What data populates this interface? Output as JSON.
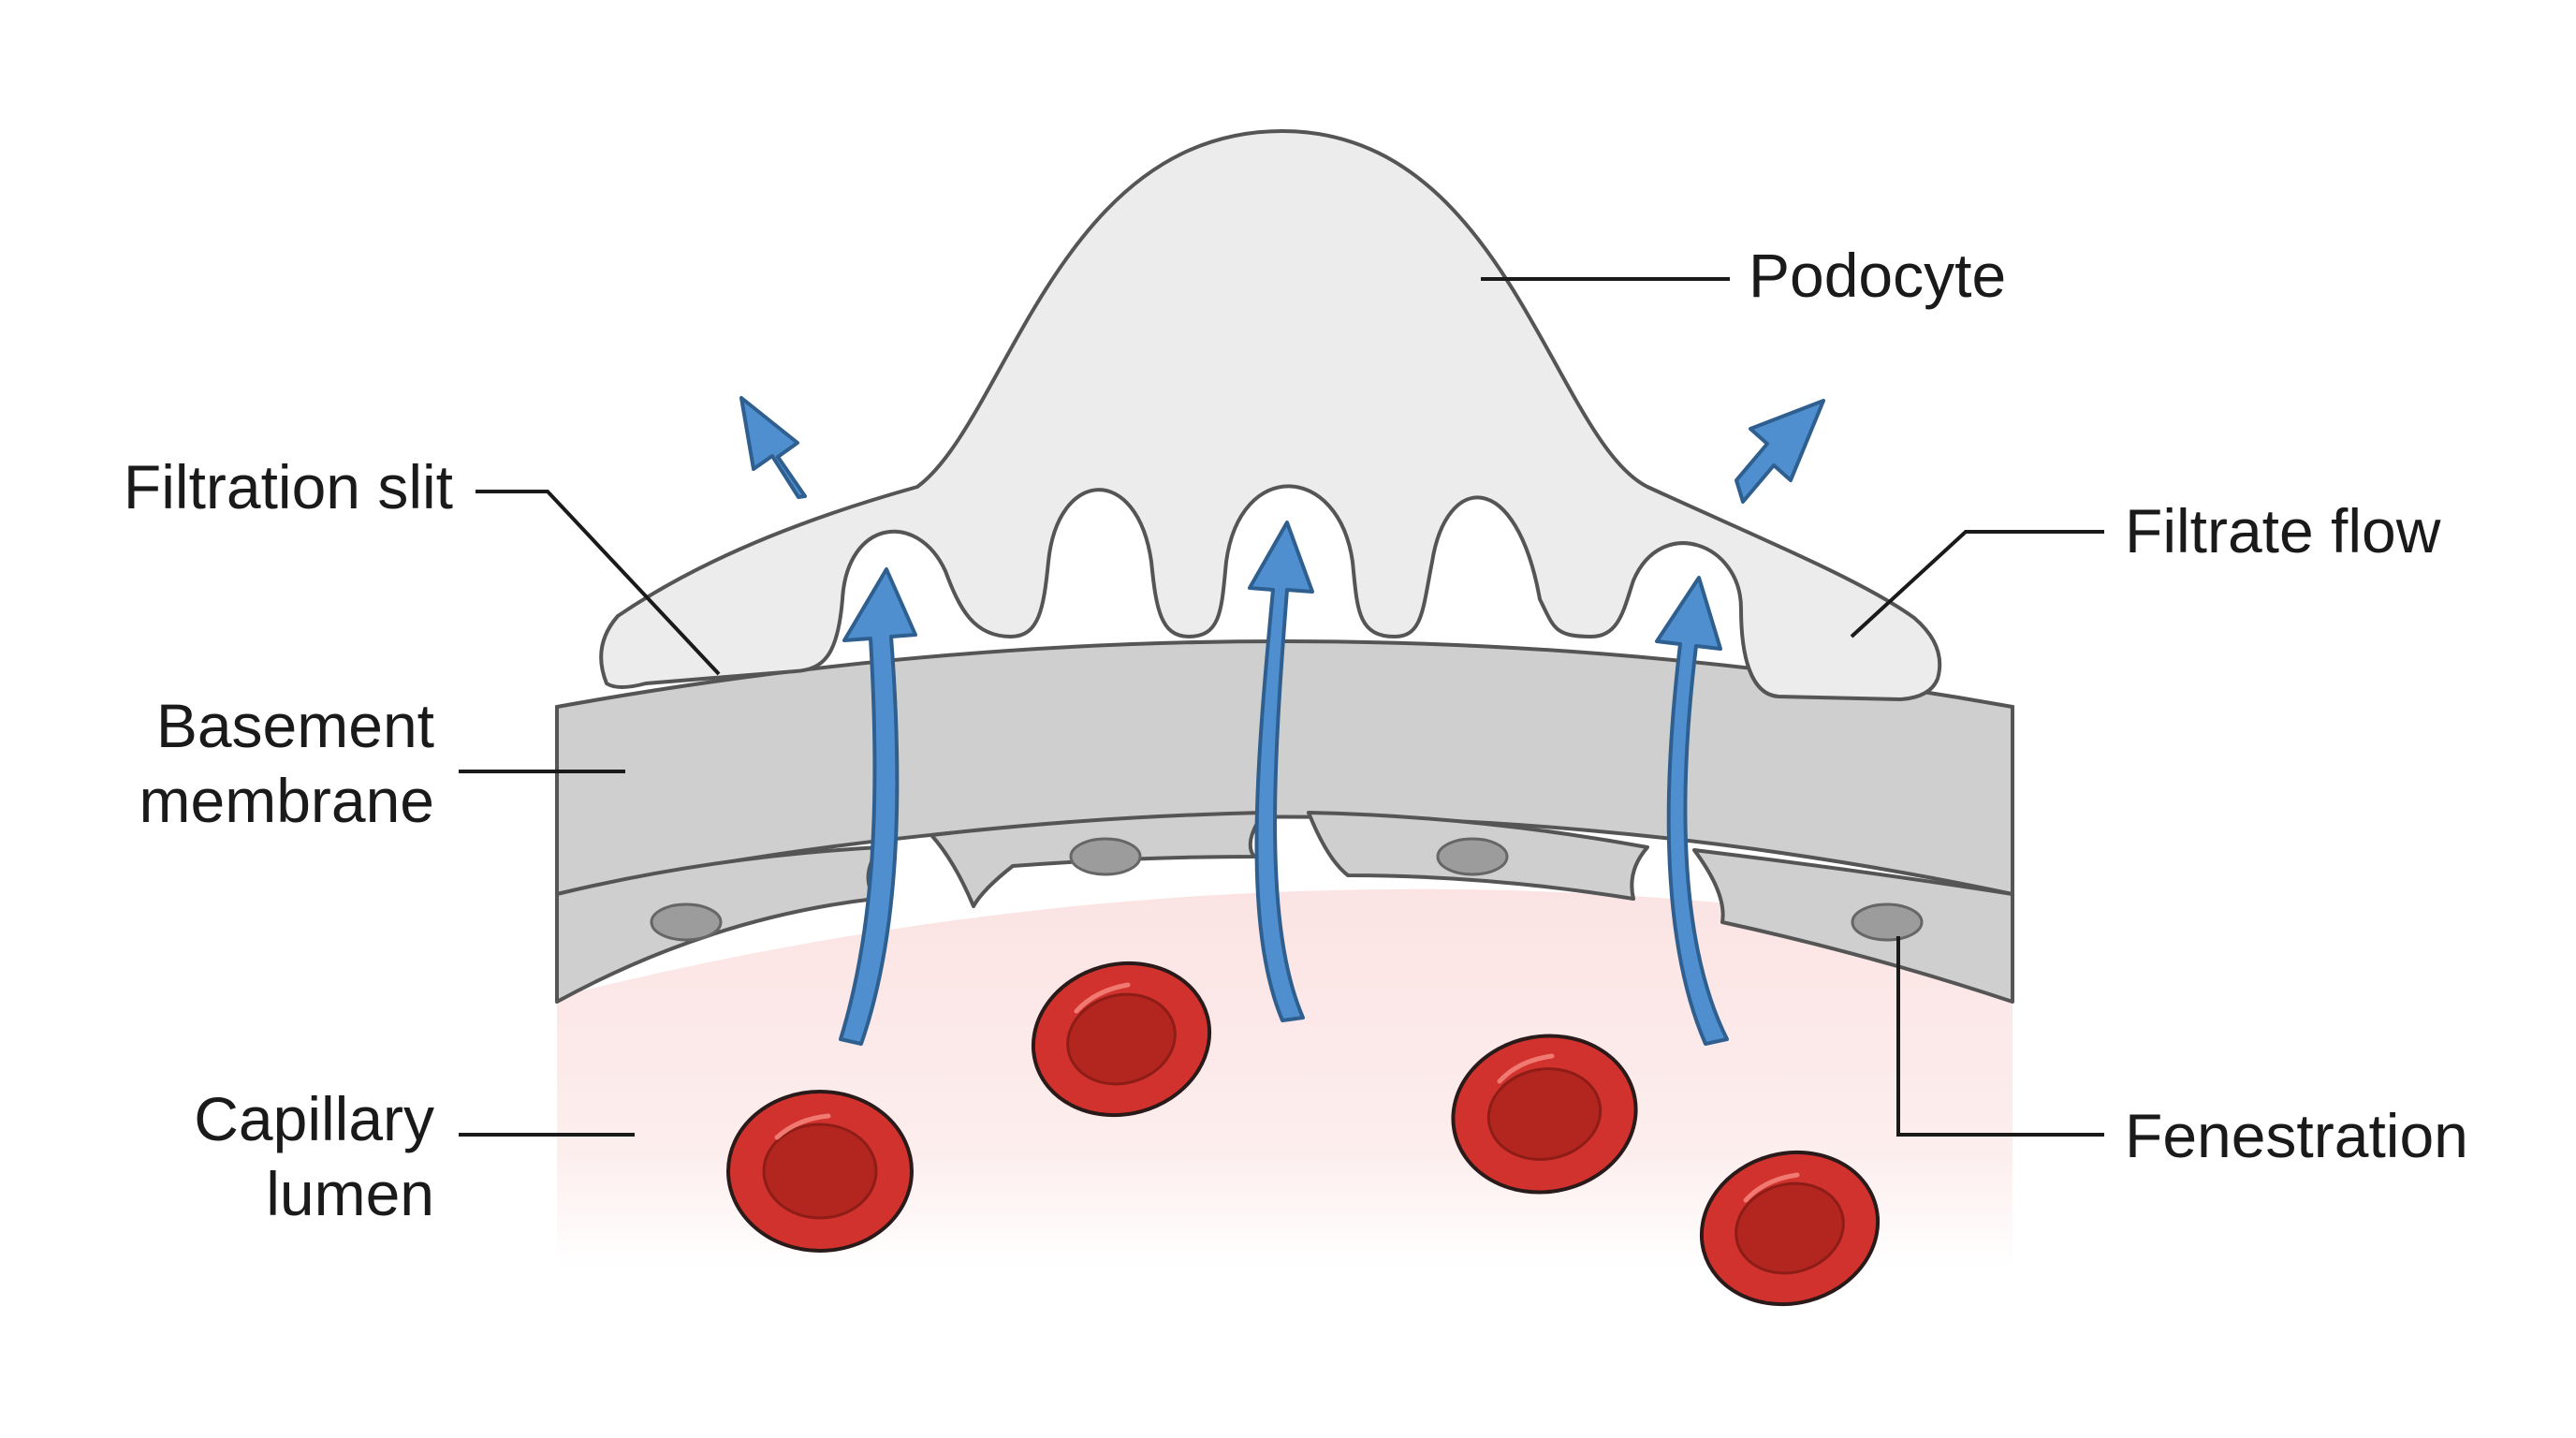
{
  "labels": {
    "podocyte": "Podocyte",
    "filtration_slit": "Filtration slit",
    "filtrate_flow": "Filtrate flow",
    "basement_line1": "Basement",
    "basement_line2": "membrane",
    "capillary_line1": "Capillary",
    "capillary_line2": "lumen",
    "fenestration": "Fenestration"
  },
  "colors": {
    "podocyte_fill": "#ececec",
    "basement_fill": "#cfcfcf",
    "endothelium_fill": "#cfcfcf",
    "lumen_tint": "#fbe3e3",
    "arrow_blue": "#4f8fcf",
    "red_blood_cell": "#d2322d"
  },
  "icons": {
    "flow_arrows": "filtrate-flow-arrow",
    "cells": "red-blood-cell"
  }
}
